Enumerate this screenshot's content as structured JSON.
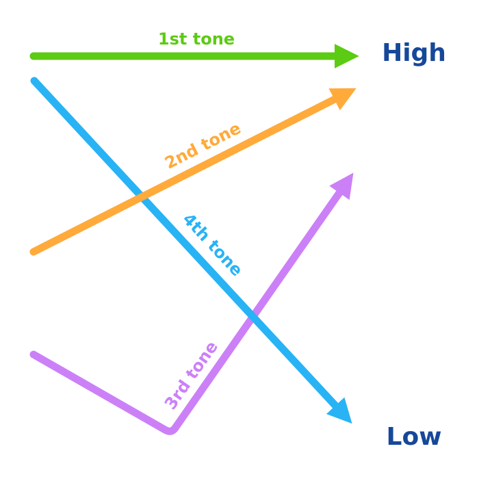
{
  "pitch_labels": {
    "high": "High",
    "low": "Low"
  },
  "tones": [
    {
      "label": "1st tone",
      "color": "#5ccb13",
      "contour": "high-level"
    },
    {
      "label": "2nd tone",
      "color": "#ffaa3a",
      "contour": "rising"
    },
    {
      "label": "3rd tone",
      "color": "#cc80f7",
      "contour": "dipping-rising"
    },
    {
      "label": "4th tone",
      "color": "#28b3f5",
      "contour": "falling"
    }
  ],
  "colors": {
    "pitch_label": "#16489a",
    "background": "#ffffff"
  }
}
